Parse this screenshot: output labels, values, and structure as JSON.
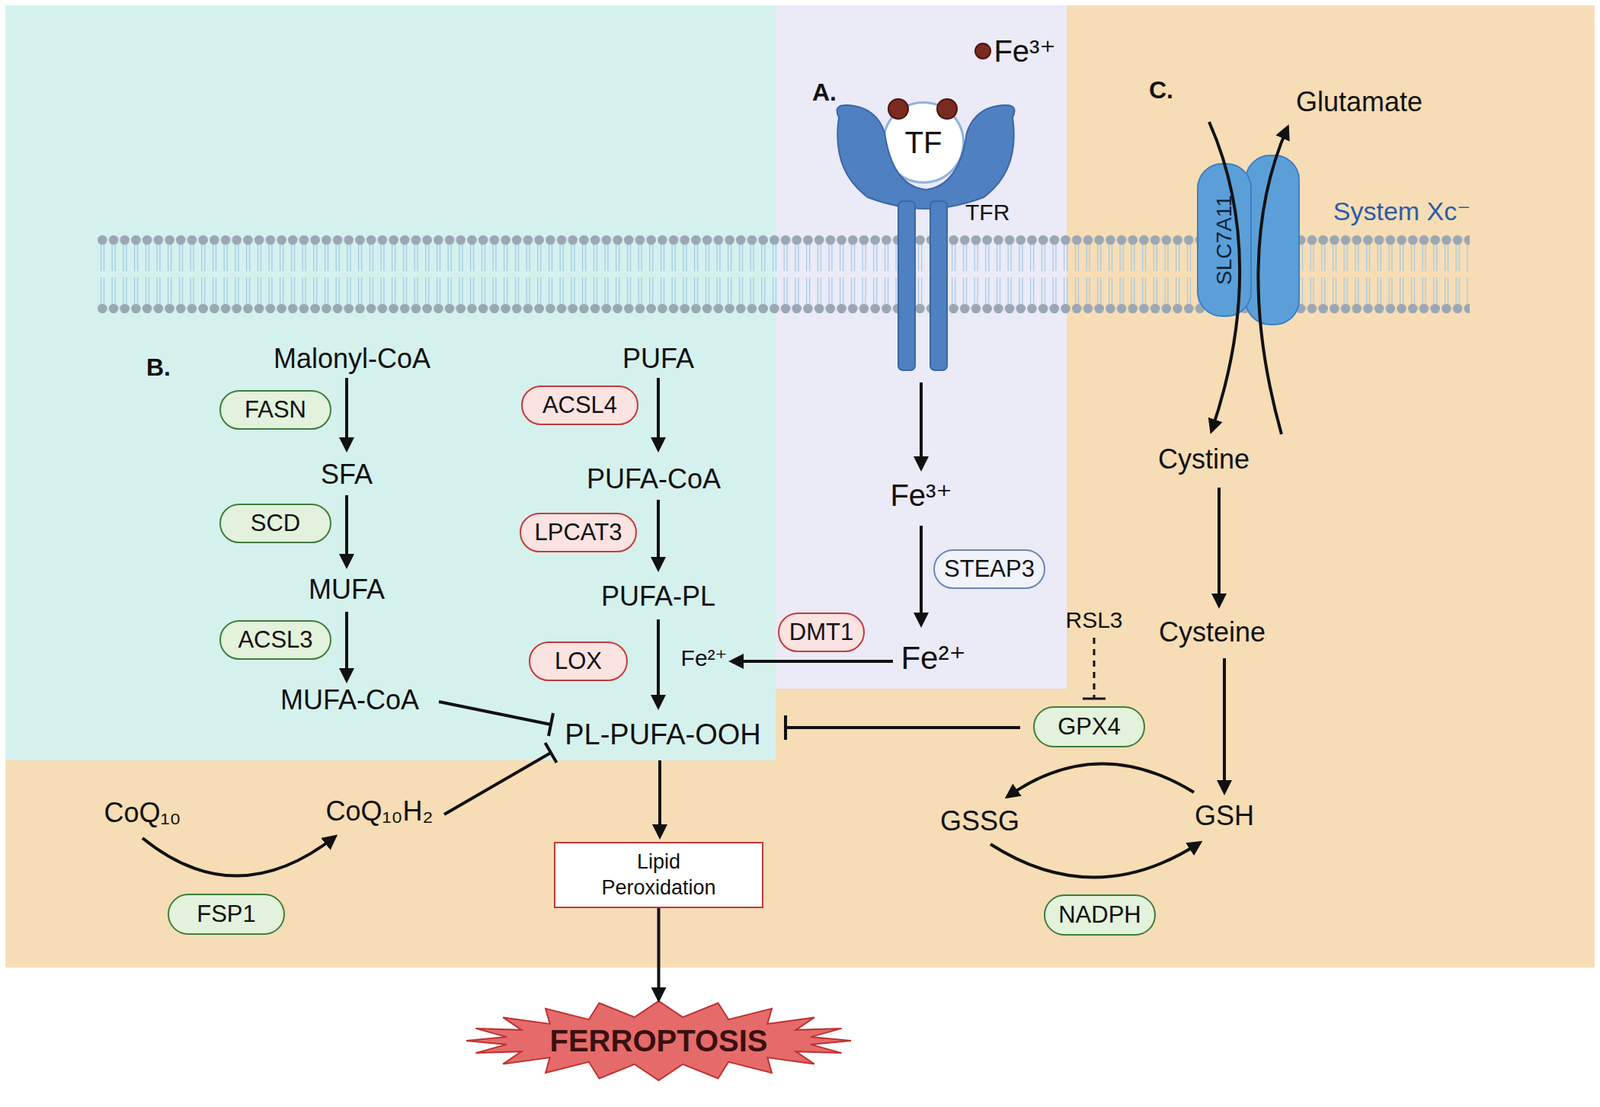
{
  "diagram": {
    "nodes": [
      {
        "text": [
          "TF"
        ]
      },
      {
        "text": [
          "TFR"
        ]
      },
      {
        "text": [
          "SLC7A11"
        ]
      },
      {
        "text": [
          "FASN"
        ]
      },
      {
        "text": [
          "ACSL4"
        ]
      },
      {
        "text": [
          "SCD"
        ]
      },
      {
        "text": [
          "LPCAT3"
        ]
      },
      {
        "text": [
          "STEAP3"
        ]
      },
      {
        "text": [
          "ACSL3"
        ]
      },
      {
        "text": [
          "LOX"
        ]
      },
      {
        "text": [
          "DMT1"
        ]
      },
      {
        "text": [
          "GPX4"
        ]
      },
      {
        "text": [
          "Lipid Peroxidation"
        ]
      },
      {
        "text": [
          "NADPH"
        ]
      },
      {
        "text": [
          "FSP1"
        ]
      },
      {
        "text": [
          "FERROPTOSIS"
        ]
      }
    ],
    "edges": [
      {
        "from": 12,
        "to": 15,
        "arrow": "to"
      }
    ],
    "labels": [
      "Fe³⁺",
      "A.",
      "C.",
      "Glutamate",
      "System Xc⁻",
      "B.",
      "Malonyl-CoA",
      "PUFA",
      "SFA",
      "PUFA-CoA",
      "Fe³⁺",
      "Cystine",
      "MUFA",
      "PUFA-PL",
      "Cysteine",
      "RSL3",
      "Fe²⁺",
      "Fe²⁺",
      "MUFA-CoA",
      "PL-PUFA-OOH",
      "CoQ₁₀",
      "CoQ₁₀H₂",
      "GSSG",
      "GSH"
    ]
  }
}
